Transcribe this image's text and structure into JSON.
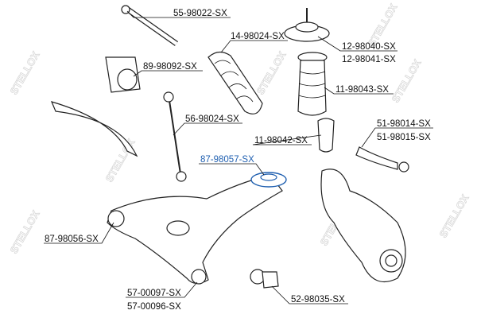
{
  "watermark": "STELLOX",
  "accent_color": "#1f5fb0",
  "parts": [
    {
      "id": "tie-rod",
      "label": "55-98022-SX"
    },
    {
      "id": "steering-boot",
      "label": "14-98024-SX"
    },
    {
      "id": "strut-mount-1",
      "label": "12-98040-SX"
    },
    {
      "id": "strut-mount-2",
      "label": "12-98041-SX"
    },
    {
      "id": "stabilizer-bushing",
      "label": "89-98092-SX"
    },
    {
      "id": "strut-boot",
      "label": "11-98043-SX"
    },
    {
      "id": "stabilizer-link",
      "label": "56-98024-SX"
    },
    {
      "id": "tie-rod-end-1",
      "label": "51-98014-SX"
    },
    {
      "id": "tie-rod-end-2",
      "label": "51-98015-SX"
    },
    {
      "id": "bump-stop",
      "label": "11-98042-SX"
    },
    {
      "id": "control-arm-bushing-rear",
      "label": "87-98057-SX",
      "highlighted": true
    },
    {
      "id": "control-arm-bushing-front",
      "label": "87-98056-SX"
    },
    {
      "id": "control-arm-1",
      "label": "57-00097-SX"
    },
    {
      "id": "control-arm-2",
      "label": "57-00096-SX"
    },
    {
      "id": "ball-joint",
      "label": "52-98035-SX"
    }
  ]
}
